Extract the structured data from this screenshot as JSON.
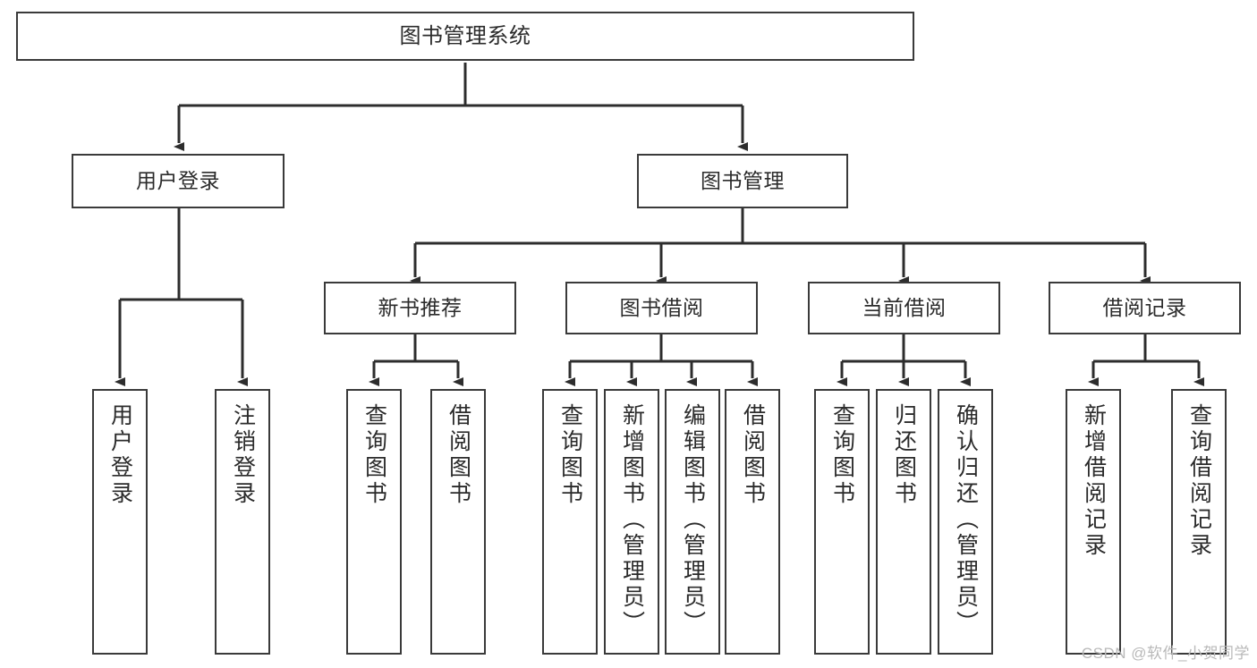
{
  "diagram": {
    "title": "图书管理系统",
    "type": "tree-hierarchy-diagram",
    "watermark": "CSDN @软件_小贺同学",
    "colors": {
      "box_border": "#3a3a3a",
      "box_fill": "#ffffff",
      "edge": "#2d2d2d",
      "text": "#2b2b2b",
      "watermark": "#b9b9b9",
      "background": "#ffffff"
    },
    "root": {
      "label": "图书管理系统"
    },
    "level2": [
      {
        "label": "用户登录"
      },
      {
        "label": "图书管理"
      }
    ],
    "level3": [
      {
        "label": "新书推荐"
      },
      {
        "label": "图书借阅"
      },
      {
        "label": "当前借阅"
      },
      {
        "label": "借阅记录"
      }
    ],
    "leaves": {
      "user_login": [
        {
          "label": "用户登录"
        },
        {
          "label": "注销登录"
        }
      ],
      "new_book_recommend": [
        {
          "label": "查询图书"
        },
        {
          "label": "借阅图书"
        }
      ],
      "book_borrow": [
        {
          "label": "查询图书"
        },
        {
          "label": "新增图书（管理员）"
        },
        {
          "label": "编辑图书（管理员）"
        },
        {
          "label": "借阅图书"
        }
      ],
      "current_borrow": [
        {
          "label": "查询图书"
        },
        {
          "label": "归还图书"
        },
        {
          "label": "确认归还（管理员）"
        }
      ],
      "borrow_record": [
        {
          "label": "新增借阅记录"
        },
        {
          "label": "查询借阅记录"
        }
      ]
    }
  }
}
